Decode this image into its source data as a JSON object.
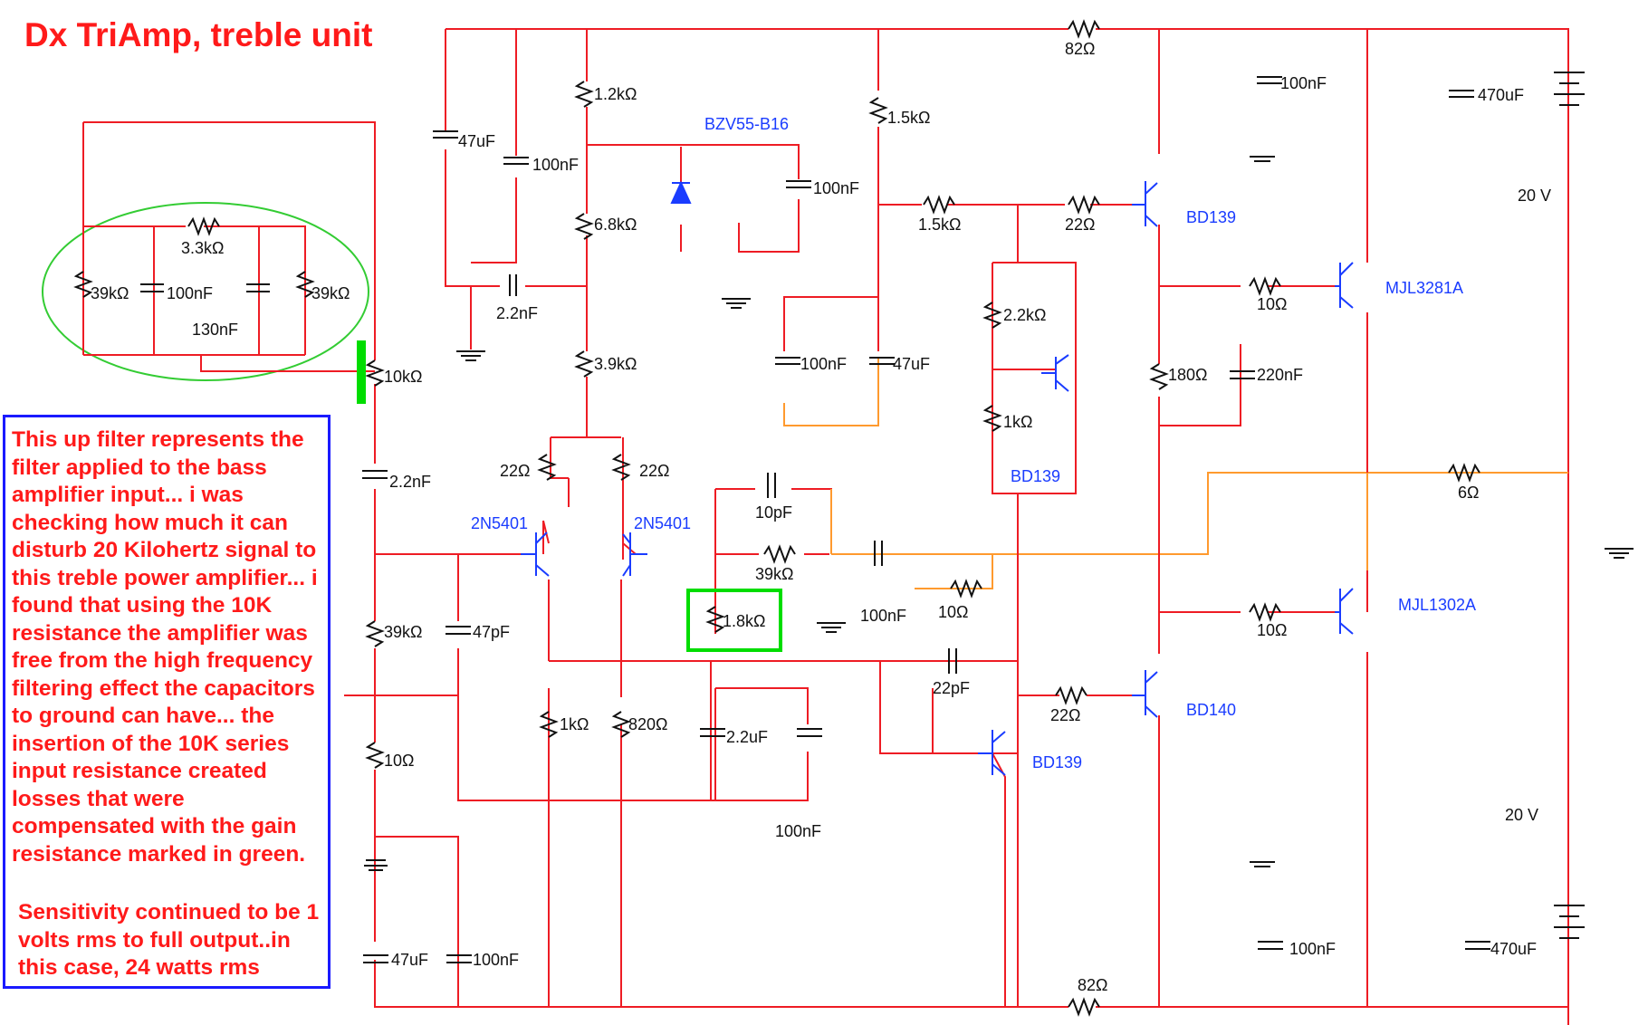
{
  "title": "Dx TriAmp, treble unit",
  "note": {
    "text": "This up filter represents the filter applied to the bass amplifier input... i was checking how much it can disturb 20 Kilohertz signal to this treble power amplifier... i found that using the 10K resistance the amplifier was free from the high frequency filtering effect the capacitors to ground can have... the insertion of the 10K series input resistance created losses that were compensated with the gain resistance marked in green.",
    "sensitivity": "Sensitivity continued to be 1 volts rms to full output..in this case, 24 watts rms"
  },
  "components": {
    "filter": {
      "r1": "39kΩ",
      "c1": "100nF",
      "r2": "3.3kΩ",
      "c2": "130nF",
      "r3": "39kΩ"
    },
    "input": {
      "r_series": "10kΩ",
      "c_input": "2.2nF",
      "r_bias": "39kΩ",
      "c_rf": "47pF",
      "r_low": "10Ω",
      "c_bulk": "47uF",
      "c_dec": "100nF"
    },
    "supply_filter": {
      "c47": "47uF",
      "c100": "100nF",
      "r12": "1.2kΩ",
      "r68": "6.8kΩ",
      "c22": "2.2nF",
      "r39": "3.9kΩ"
    },
    "zener": {
      "part": "BZV55-B16",
      "cap": "100nF"
    },
    "ltp": {
      "re1": "22Ω",
      "re2": "22Ω",
      "q1": "2N5401",
      "q2": "2N5401",
      "rc1": "1kΩ",
      "rc2": "820Ω"
    },
    "feedback": {
      "cf": "10pF",
      "rf": "39kΩ",
      "rg": "1.8kΩ",
      "cg": "2.2uF",
      "cg2": "100nF"
    },
    "vas": {
      "r15a": "1.5kΩ",
      "r15b": "1.5kΩ",
      "cb": "100nF",
      "cb2": "47uF",
      "r22": "22Ω",
      "q": "BD139",
      "cdom": "22pF",
      "zobel_c": "100nF",
      "zobel_r": "10Ω"
    },
    "bias": {
      "r1": "2.2kΩ",
      "r2": "1kΩ",
      "q": "BD139"
    },
    "output": {
      "q_drv1": "BD139",
      "q_drv2": "BD140",
      "r22b": "22Ω",
      "r180": "180Ω",
      "c220": "220nF",
      "r10a": "10Ω",
      "r10b": "10Ω",
      "q_out1": "MJL3281A",
      "q_out2": "MJL1302A",
      "r_load": "6Ω"
    },
    "rails": {
      "r82_top": "82Ω",
      "r82_bot": "82Ω",
      "c100_top": "100nF",
      "c100_bot": "100nF",
      "c470_top": "470uF",
      "c470_bot": "470uF",
      "v_top": "20 V",
      "v_bot": "20 V"
    }
  },
  "colors": {
    "wire": "#ee1c24",
    "feedback_wire": "#ff9a2e",
    "part_label": "#1a3cff",
    "text": "#ff1a1a",
    "note_border": "#1a1aff",
    "highlight": "#00dd00",
    "filter_outline": "#33cc33"
  }
}
